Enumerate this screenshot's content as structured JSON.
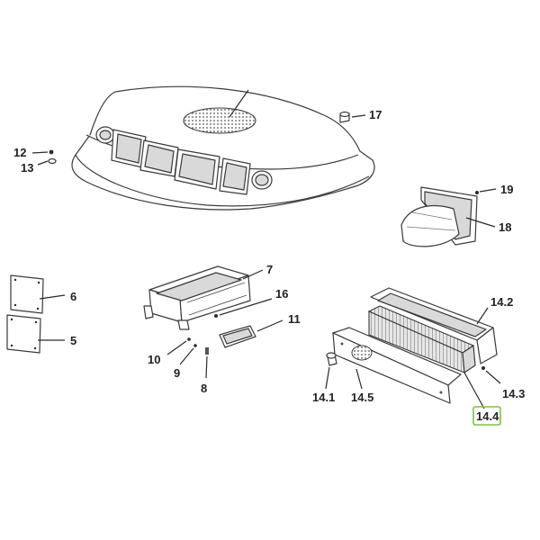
{
  "diagram": {
    "callouts": {
      "c17": "17",
      "c12": "12",
      "c13": "13",
      "c19": "19",
      "c18": "18",
      "c6": "6",
      "c5": "5",
      "c7": "7",
      "c16": "16",
      "c11": "11",
      "c10": "10",
      "c9": "9",
      "c8": "8",
      "c14_2": "14.2",
      "c14_1": "14.1",
      "c14_5": "14.5",
      "c14_3": "14.3",
      "c14_4": "14.4"
    },
    "highlight": {
      "callout": "14.4",
      "color": "#7cc242"
    }
  }
}
